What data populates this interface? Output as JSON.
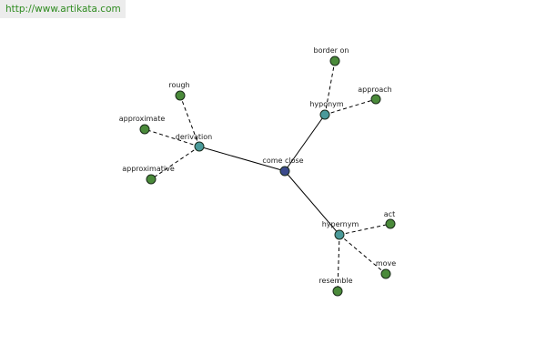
{
  "source_url": "http://www.artikata.com",
  "colors": {
    "center_node": "#3b4a8c",
    "relation_node": "#4a9a9a",
    "leaf_node": "#4a8a3a",
    "node_stroke": "#1a2a1a",
    "link": "#2e8b1f"
  },
  "graph": {
    "center": {
      "label": "come close"
    },
    "relations": [
      {
        "label": "derivation",
        "terms": [
          "rough",
          "approximate",
          "approximative"
        ]
      },
      {
        "label": "hyponym",
        "terms": [
          "border on",
          "approach"
        ]
      },
      {
        "label": "hypernym",
        "terms": [
          "act",
          "move",
          "resemble"
        ]
      }
    ]
  }
}
